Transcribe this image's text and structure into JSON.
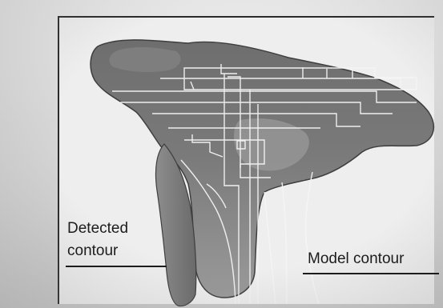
{
  "figure": {
    "labels": {
      "detected_line1": "Detected",
      "detected_line2": "contour",
      "model": "Model contour"
    },
    "colors": {
      "shape_fill_dark": "#5a5a5a",
      "shape_fill_mid": "#8c8c8c",
      "shape_fill_light": "#b3b3b3",
      "contour_line": "#f5f5f5",
      "background": "#eeeeee",
      "ink": "#1c1c1c"
    }
  }
}
